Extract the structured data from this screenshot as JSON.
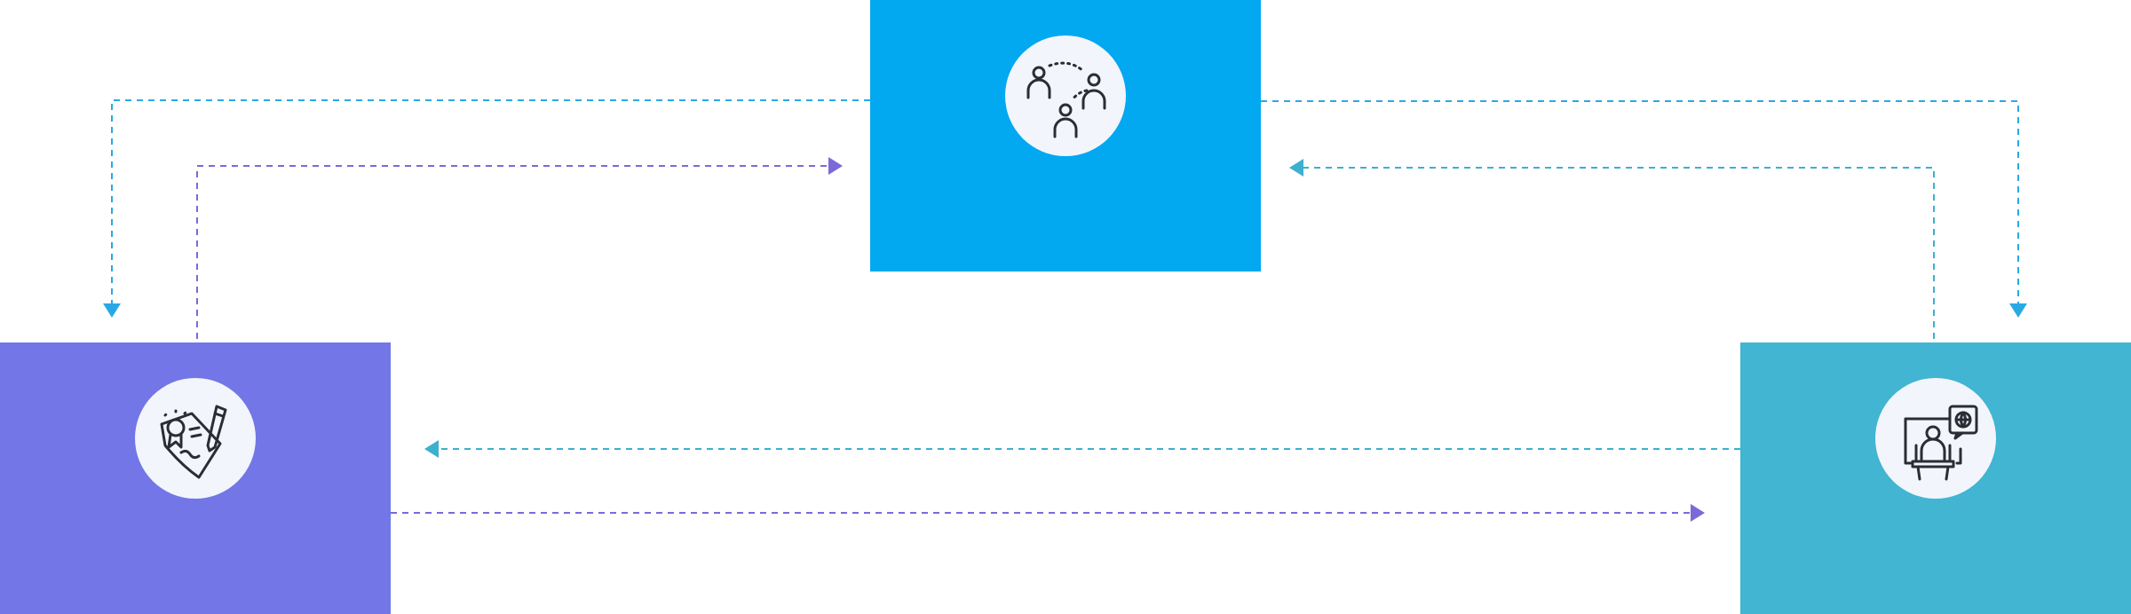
{
  "diagram": {
    "nodes": [
      {
        "id": "collaboration",
        "color": "#02a8f0",
        "icon": "people-network-icon"
      },
      {
        "id": "certificate",
        "color": "#7276e6",
        "icon": "certificate-icon"
      },
      {
        "id": "remote-work",
        "color": "#41b5d1",
        "icon": "video-conference-icon"
      }
    ],
    "connectors": [
      {
        "from": "collaboration",
        "to": "certificate",
        "color": "#29a9e4",
        "style": "dashed"
      },
      {
        "from": "certificate",
        "to": "collaboration",
        "color": "#7a6ad8",
        "style": "dashed"
      },
      {
        "from": "collaboration",
        "to": "remote-work",
        "color": "#29a9e4",
        "style": "dashed"
      },
      {
        "from": "remote-work",
        "to": "collaboration",
        "color": "#3cb0cf",
        "style": "dashed"
      },
      {
        "from": "remote-work",
        "to": "certificate",
        "color": "#3cb0cf",
        "style": "dashed"
      },
      {
        "from": "certificate",
        "to": "remote-work",
        "color": "#7a6ad8",
        "style": "dashed"
      }
    ]
  }
}
